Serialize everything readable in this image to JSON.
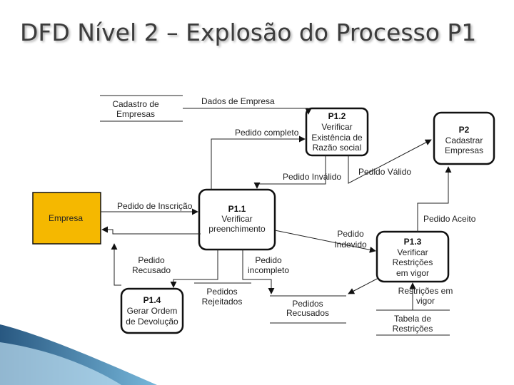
{
  "title": "DFD Nível 2 – Explosão do Processo P1",
  "entity": {
    "label": "Empresa",
    "color": "#f5b800"
  },
  "processes": {
    "p11": {
      "id": "P1.1",
      "line1": "Verificar",
      "line2": "preenchimento"
    },
    "p12": {
      "id": "P1.2",
      "line1": "Verificar",
      "line2": "Existência de",
      "line3": "Razão social"
    },
    "p13": {
      "id": "P1.3",
      "line1": "Verificar",
      "line2": "Restrições",
      "line3": "em vigor"
    },
    "p14": {
      "id": "P1.4",
      "line1": "Gerar Ordem",
      "line2": "de Devolução"
    },
    "p2": {
      "id": "P2",
      "line1": "Cadastrar",
      "line2": "Empresas"
    }
  },
  "stores": {
    "cadastro": {
      "line1": "Cadastro de",
      "line2": "Empresas"
    },
    "rejeitados": {
      "line1": "Pedidos",
      "line2": "Rejeitados"
    },
    "recusados": {
      "line1": "Pedidos",
      "line2": "Recusados"
    },
    "tabela": {
      "line1": "Tabela de",
      "line2": "Restrições"
    }
  },
  "flows": {
    "dados_empresa": "Dados de Empresa",
    "pedido_completo": "Pedido completo",
    "pedido_invalido": "Pedido Inválido",
    "pedido_valido": "Pedido Válido",
    "pedido_inscricao": "Pedido de Inscrição",
    "pedido_aceito": "Pedido Aceito",
    "pedido_indevido_1": "Pedido",
    "pedido_indevido_2": "Indevido",
    "pedido_recusado_1": "Pedido",
    "pedido_recusado_2": "Recusado",
    "pedido_incompleto_1": "Pedido",
    "pedido_incompleto_2": "incompleto",
    "restricoes_vigor_1": "Restrições em",
    "restricoes_vigor_2": "vigor"
  }
}
